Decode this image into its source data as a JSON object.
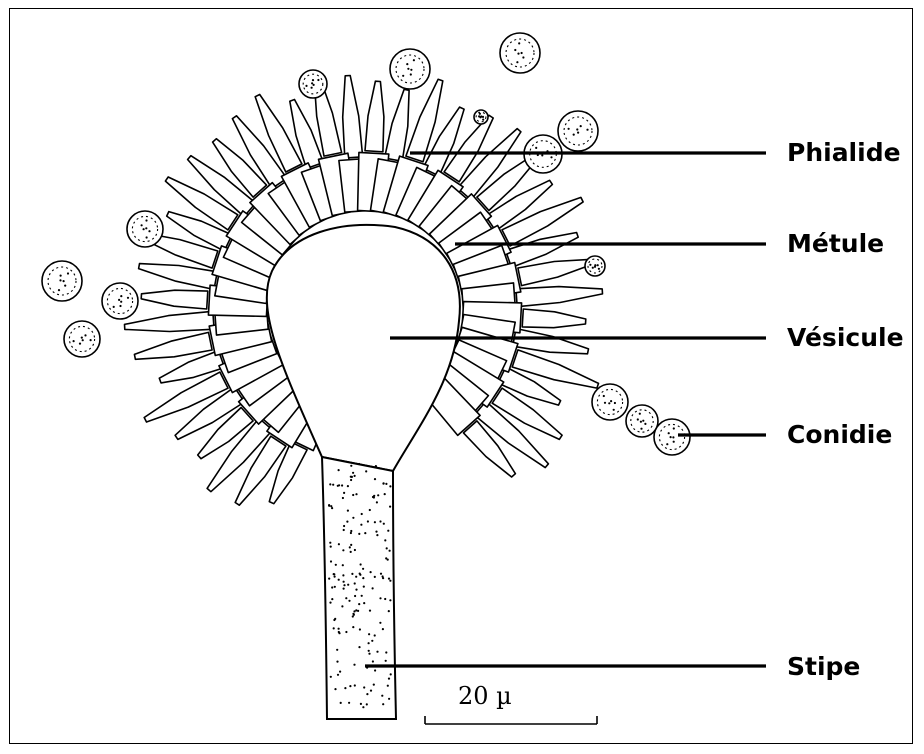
{
  "labels": {
    "phialide": "Phialide",
    "metule": "Métule",
    "vesicule": "Vésicule",
    "conidie": "Conidie",
    "stipe": "Stipe"
  },
  "scale_bar": {
    "text": "20 µ"
  },
  "colors": {
    "ink": "#000000",
    "paper": "#ffffff"
  }
}
